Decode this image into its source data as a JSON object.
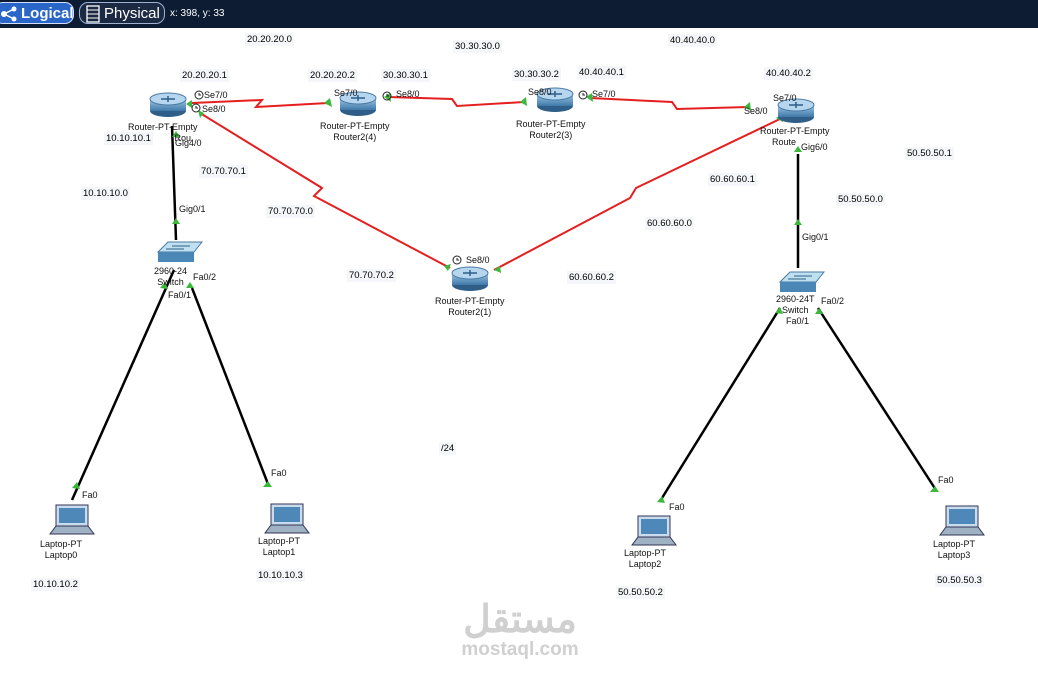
{
  "toolbar": {
    "tabs": [
      {
        "label": "Logical",
        "selected": true
      },
      {
        "label": "Physical",
        "selected": false
      }
    ],
    "cursor_readout": "x: 398, y: 33"
  },
  "devices": {
    "router0": {
      "line1": "Router-PT-Empty",
      "line2": "Rou"
    },
    "router4": {
      "line1": "Router-PT-Empty",
      "line2": "Router2(4)"
    },
    "router3": {
      "line1": "Router-PT-Empty",
      "line2": "Router2(3)"
    },
    "router_right": {
      "line1": "Router-PT-Empty",
      "line2": "Route"
    },
    "router1": {
      "line1": "Router-PT-Empty",
      "line2": "Router2(1)"
    },
    "switch_left": {
      "line1": "2960-24",
      "line2": "Switch"
    },
    "switch_right": {
      "line1": "2960-24T",
      "line2": "Switch"
    },
    "laptop0": {
      "line1": "Laptop-PT",
      "line2": "Laptop0"
    },
    "laptop1": {
      "line1": "Laptop-PT",
      "line2": "Laptop1"
    },
    "laptop2": {
      "line1": "Laptop-PT",
      "line2": "Laptop2"
    },
    "laptop3": {
      "line1": "Laptop-PT",
      "line2": "Laptop3"
    }
  },
  "ports": {
    "r0_se7": "Se7/0",
    "r0_se8": "Se8/0",
    "r0_gig": "Gig4/0",
    "r4_se7": "Se7/0",
    "r4_se8": "Se8/0",
    "r3_se8": "Se8/0",
    "r3_se7": "Se7/0",
    "rr_se7": "Se7/0",
    "rr_se8": "Se8/0",
    "rr_gig": "Gig6/0",
    "r1_se8": "Se8/0",
    "sl_gig": "Gig0/1",
    "sl_fa02": "Fa0/2",
    "sl_fa01": "Fa0/1",
    "sr_gig": "Gig0/1",
    "sr_fa02": "Fa0/2",
    "sr_fa01": "Fa0/1",
    "l0_fa0": "Fa0",
    "l1_fa0": "Fa0",
    "l2_fa0": "Fa0",
    "l3_fa0": "Fa0"
  },
  "ip_notes": {
    "n1": "20.20.20.0",
    "n2": "30.30.30.0",
    "n3": "40.40.40.0",
    "n4": "20.20.20.1",
    "n5": "20.20.20.2",
    "n6": "30.30.30.1",
    "n7": "30.30.30.2",
    "n8": "40.40.40.1",
    "n9": "40.40.40.2",
    "n10": "10.10.10.1",
    "n11": "10.10.10.0",
    "n12": "70.70.70.1",
    "n13": "70.70.70.0",
    "n14": "70.70.70.2",
    "n15": "60.60.60.1",
    "n16": "60.60.60.0",
    "n17": "60.60.60.2",
    "n18": "50.50.50.1",
    "n19": "50.50.50.0",
    "n20": "/24",
    "n21": "10.10.10.2",
    "n22": "10.10.10.3",
    "n23": "50.50.50.2",
    "n24": "50.50.50.3"
  },
  "watermark": {
    "arabic": "مستقل",
    "latin": "mostaql.com"
  },
  "colors": {
    "serial_link": "#e51f1f",
    "ethernet_link": "#000000",
    "port_up": "#3bb83b",
    "topbar": "#0d1b33",
    "logical_tab": "#2a66c8"
  }
}
